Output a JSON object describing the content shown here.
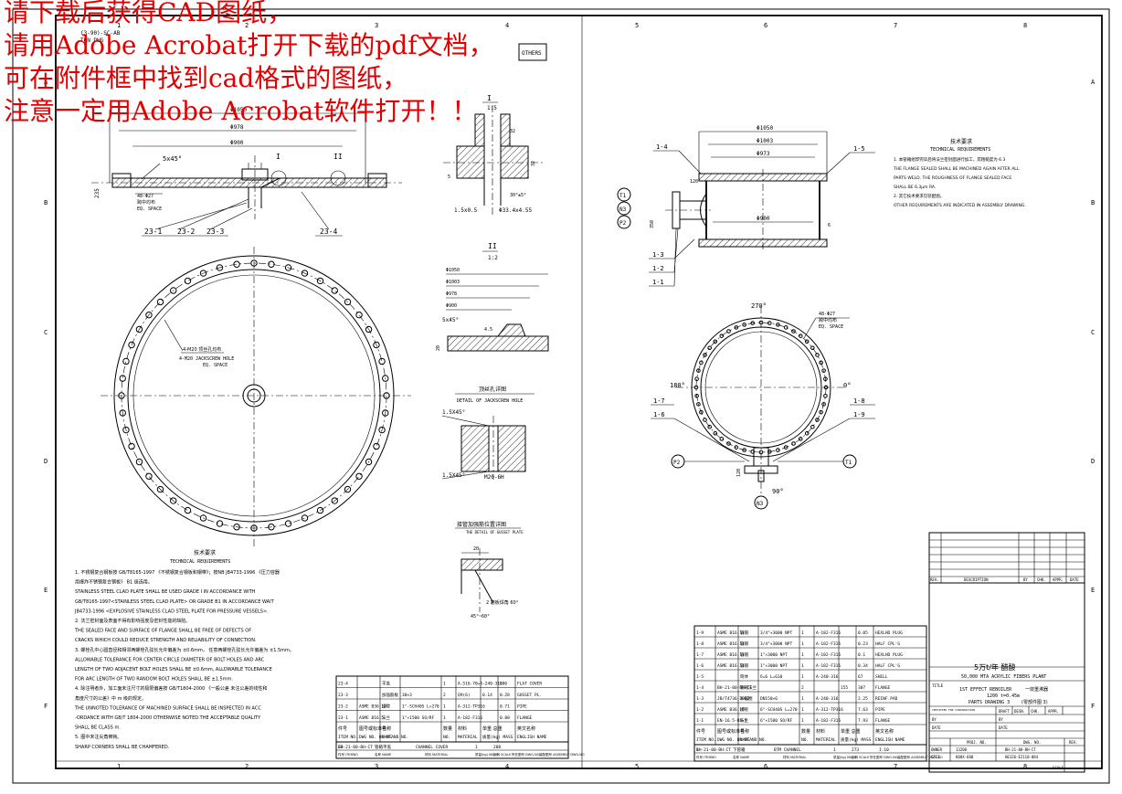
{
  "overlay": {
    "lines": [
      "请下载后获得CAD图纸，",
      "请用Adobe Acrobat打开下载的pdf文档，",
      "可在附件框中找到cad格式的图纸，",
      "注意一定用Adobe Acrobat软件打开！！"
    ],
    "color": "#e00000"
  },
  "border": {
    "col_numbers": [
      "1",
      "2",
      "3",
      "4",
      "5",
      "6",
      "7",
      "8"
    ],
    "row_letters": [
      "A",
      "B",
      "C",
      "D",
      "E",
      "F"
    ]
  },
  "top_left_note": [
    "(3-90)-SC-AB",
    "TON  DWG"
  ],
  "others_box": "OTHERS",
  "cover_view": {
    "dims": [
      "Φ1050",
      "Φ978",
      "Φ900"
    ],
    "chamfer": "5x45°",
    "section_marks": [
      "I",
      "II"
    ],
    "hole_note": [
      "48-Φ27",
      "跨中均布",
      "EQ. SPACE"
    ],
    "side_dim": "235",
    "balloons": [
      "23-1",
      "23-2",
      "23-3",
      "23-4"
    ]
  },
  "detail_I": {
    "label": "I",
    "scale": "1:5",
    "dims": [
      "5",
      "Φ33.4x4.55",
      "1.5x0.5",
      "30°±5°",
      "32"
    ]
  },
  "detail_II": {
    "label": "II",
    "scale": "1:2",
    "dims": [
      "Φ1050",
      "Φ1003",
      "Φ978",
      "Φ900",
      "5x45°",
      "4.5",
      "20"
    ]
  },
  "detail_jack": {
    "title": [
      "顶丝孔详图",
      "DETAIL OF JACKSCREW HOLE"
    ],
    "labels": [
      "1.5X45°",
      "1.5X45°",
      "M20-6H"
    ]
  },
  "detail_gusset": {
    "title": [
      "接管加强筋位置详图",
      "THE DETAIL OF GUSSET PLATE"
    ],
    "labels": [
      "20",
      "2 筋板焊角 60°",
      "45°~60°"
    ]
  },
  "plan_view": {
    "labels": [
      "4-M20  顶丝孔均布",
      "4-M20 JACKSCREW HOLE",
      "EQ. SPACE"
    ]
  },
  "shell_view": {
    "dims": [
      "Φ1050",
      "Φ1003",
      "Φ973",
      "Φ900",
      "120",
      "350",
      "6"
    ],
    "balloons_left": [
      "1-4",
      "1-3",
      "1-2",
      "1-1"
    ],
    "balloons_right": [
      "1-5"
    ],
    "nozzles": [
      "T1",
      "N3",
      "P2"
    ]
  },
  "shell_section": {
    "angles": [
      "270°",
      "180°",
      "0°",
      "90°"
    ],
    "hole_note": [
      "48-Φ27",
      "跨中均布",
      "EQ. SPACE"
    ],
    "balloons_left": [
      "1-7",
      "1-6"
    ],
    "balloons_right": [
      "1-8",
      "1-9"
    ],
    "nozzles": [
      "P2",
      "T1",
      "N3"
    ],
    "dim": "120"
  },
  "tech_req_right": {
    "title": [
      "技术要求",
      "TECHNICAL REQUIREMENTS"
    ],
    "lines": [
      "1.  本管箱组焊完毕后将法兰密封面进行加工，其粗糙度为 6.3",
      "    THE FLANGE SEALED SHALL BE MACHINED AGAIN AFTER ALL",
      "    PARTS WELD. THE ROUGHNESS OF FLANGE SEALED FACE",
      "    SHALL BE 6.3μm RA.",
      "2.  其它技术要求见装配图。",
      "    OTHER REQUIREMENTS ARE INDICATED IN ASSEMBLY DRAWING."
    ]
  },
  "tech_req_left": {
    "title": [
      "技术要求",
      "TECHNICAL REQUIREMENTS"
    ],
    "lines": [
      "1.  不锈钢复合钢板按 GB/T8165-1997  《不锈钢复合钢板和钢带》；按NB JB4733-1996  《压力容器",
      "    用爆炸不锈钢复合钢板》 B1  级选用。",
      "    STAINLESS STEEL CLAD PLATE SHALL BE USED GRADE I IN ACCORDANCE WITH",
      "    GB/T8165-1997<STAINLESS STEEL CLAD PLATE> OR GRADE B1 IN ACCORDANCE WAIT",
      "    JB4733-1996 <EXPLOSIVE STAINLESS CLAD STEEL PLATE FOR PRESSURE VESSELS>.",
      "2.  法兰密封面及表面不得有影响强度及密封性能的缺陷。",
      "    THE SEALED FACE AND SURFACE OF FLANGE SHALL BE FREE OF DEFECTS OF",
      "    CRACKS WHICH COULD REDUCE STRENGTH AND RELIABILITY OF CONNECTION.",
      "3.  螺栓孔中心圆直径和相邻两螺栓孔弦长允许偏差为 ±0.6mm，  任意两螺栓孔弦长允许偏差为 ±1.5mm。",
      "    ALLOWABLE TOLERANCE FOR CENTER CIRCLE DIAMETER OF BOLT HOLES AND ARC",
      "    LENGTH OF TWO ADJACENT BOLT HOLES SHALL BE ±0.6mm, ALLOWABLE TOLERANCE",
      "    FOR ARC LENGTH OF TWO RANDOM BOLT HOLES SHALL BE ±1.5mm.",
      "4.  除注明者外，加工面未注尺寸的极限偏差按 GB/T1804-2000  《一般公差 未注公差的线性和",
      "    角度尺寸的公差》中 m  级的规定。",
      "    THE UNNOTED TOLERANCE OF MACHINED SURFACE SHALL BE INSPECTED IN ACC",
      "    -ORDANCE WITH GB/T 1804-2000 OTHERWISE NOTED.THE ACCEPTABLE QUALITY",
      "    SHALL BE CLASS m.",
      "5.  图中未注尖角倒钝。",
      "    SHARP CORNERS SHALL BE CHAMFERED."
    ]
  },
  "bom_left": {
    "rows": [
      [
        "23-4",
        "",
        "平盖",
        "",
        "1",
        "A-516-70+A-240-316",
        "",
        "206",
        "FLAT COVER"
      ],
      [
        "23-3",
        "",
        "加强筋板",
        "30×3",
        "2",
        "Q9(6)",
        "0.14",
        "0.28",
        "GUSSET PL."
      ],
      [
        "23-2",
        "ASME B36.19",
        "接管",
        "1\"-SCH40S L=270",
        "1",
        "A-312-TP316",
        "",
        "0.71",
        "PIPE"
      ],
      [
        "23-1",
        "ASME B16.5",
        "法兰",
        "1\"×1500 SO/RF",
        "1",
        "A-182-F316",
        "",
        "0.88",
        "FLANGE"
      ]
    ],
    "header_cn": [
      "件号",
      "图号或标准号",
      "名称",
      "",
      "数量",
      "材料",
      "单重 总重",
      "",
      "英文名称"
    ],
    "header_en": [
      "ITEM NO.",
      "DWG NO. OR STAND NO.",
      "NAME",
      "",
      "NO.",
      "MATERIAL",
      "质量(kg) MASS",
      "",
      "ENGLISH NAME"
    ],
    "footer": [
      "23",
      "管箱平盖",
      "CHANNEL COVER",
      "",
      "1",
      "208",
      "",
      "BH-21-80-BH-CT"
    ],
    "footer_hdr": [
      "件号 ITEMNO",
      "名称 NAME",
      "材料 MATERIAL",
      "质量(kg) MASS",
      "比例 SCALE",
      "所在图号 DWG.NO.",
      "装配图号 ASSEMBLY DWG.NO"
    ]
  },
  "bom_right": {
    "rows": [
      [
        "1-9",
        "ASME B16.11",
        "管帽",
        "3/4\"×3000 NPT",
        "1",
        "A-182-F316",
        "",
        "0.05",
        "HEXLHD PLUG"
      ],
      [
        "1-8",
        "ASME B16.11",
        "管帽",
        "3/4\"×3000 NPT",
        "1",
        "A-182-F316",
        "",
        "0.23",
        "HALF CPL'G"
      ],
      [
        "1-7",
        "ASME B16.11",
        "管帽",
        "1\"×3000 NPT",
        "1",
        "A-182-F316",
        "",
        "0.1",
        "HEXLHD PLUG"
      ],
      [
        "1-6",
        "ASME B16.11",
        "管帽",
        "1\"×3000 NPT",
        "1",
        "A-182-F316",
        "",
        "0.34",
        "HALF CPL'G"
      ],
      [
        "1-5",
        "",
        "筒体",
        "δ=6 L=610",
        "1",
        "A-240-316",
        "",
        "67",
        "SHELL"
      ],
      [
        "1-4",
        "BH-21-80-BH-CT",
        "管箱法兰",
        "",
        "2",
        "",
        "155",
        "307",
        "FLANGE"
      ],
      [
        "1-3",
        "JB/T4736-2002",
        "补强圈",
        "DN150×6",
        "1",
        "A-240-316",
        "",
        "2.25",
        "REINF.PAD"
      ],
      [
        "1-2",
        "ASME B36.19",
        "接管",
        "6\"-SCH40S L=270",
        "1",
        "A-312-TP316",
        "",
        "7.63",
        "PIPE"
      ],
      [
        "1-1",
        "EN-16.5-88-5",
        "法兰",
        "6\"×1500 SO/RF",
        "1",
        "A-182-F316",
        "",
        "7.93",
        "FLANGE"
      ]
    ],
    "header_cn": [
      "件号",
      "图号或标准号",
      "名称",
      "",
      "数量",
      "材料",
      "单重 总重",
      "",
      "英文名称"
    ],
    "header_en": [
      "ITEM NO.",
      "DWG NO. OR STAND NO.",
      "NAME",
      "",
      "NO.",
      "MATERIAL",
      "质量(kg) MASS",
      "",
      "ENGLISH NAME"
    ],
    "footer": [
      "1",
      "下管箱",
      "BTM CHANNEL",
      "",
      "1",
      "273",
      "1:10",
      "BH-21-80-BH-CT"
    ],
    "footer_hdr": [
      "件号 ITEMNO",
      "名称 NAME",
      "材料 MATERIAL",
      "质量(kg) MASS",
      "比例 SCALE",
      "所在图号 DWG.NO.",
      "装配图号 ASSEMBLY DWG.NO"
    ]
  },
  "revision_block": {
    "headers": [
      "REV.",
      "DESCRIPTION",
      "BY",
      "CHK.",
      "APPR.",
      "DATE"
    ]
  },
  "title_block": {
    "project_cn": "5万t/年  醋酸",
    "project_en": "50,000 MTA ACRYLIC FIBERS PLANT",
    "title_label": "TITLE",
    "title_lines": [
      "1ST EFFECT REBOILER",
      "一效重沸器",
      "1200 t=0.45m",
      "PARTS DRAWING 3",
      "(零部件图 3)"
    ],
    "sign": [
      "CERTIFIED FOR CONSTRUCTION",
      "DRAFT",
      "DESN.",
      "CHK.",
      "APPR.",
      "BY",
      "DATE",
      "BY",
      "DATE"
    ],
    "proj_no_label": "PROJ. NO.",
    "dwg_no_label": "DWG. NO.",
    "rev_label": "REV.",
    "owner_label": "OWNER",
    "owner_val": "13200",
    "dwg_no_val": "BH-21-80-BH-CT",
    "ctci_label": "CTCI",
    "ctci_val": "K00X-600",
    "ctci_dwg": "HE326-E2110-084",
    "scale_label": "SCALE",
    "scale_val": "-"
  }
}
